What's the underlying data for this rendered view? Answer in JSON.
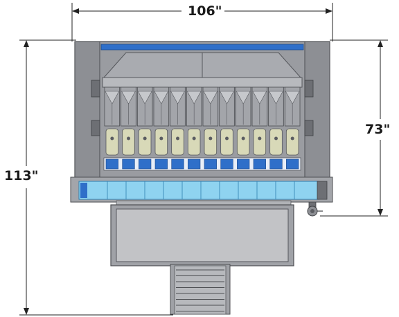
{
  "dimensions": {
    "overall_width": "106\"",
    "overall_height": "113\"",
    "partial_height": "73\""
  },
  "machine": {
    "bucket_count": 12,
    "colors": {
      "frame": "#8f9196",
      "frame_dark": "#5a5c61",
      "hopper_blue": "#2f6fc9",
      "tank_light_blue": "#8fd3f0",
      "filler_tube": "#d8d9b8",
      "table_top": "#c2c3c6",
      "dimension_line": "#222222"
    }
  }
}
